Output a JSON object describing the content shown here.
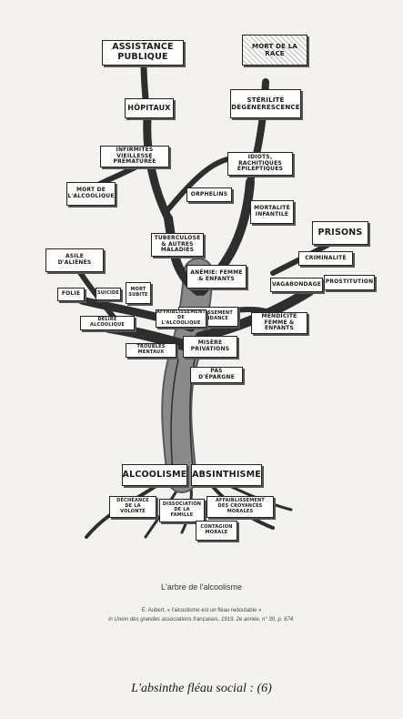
{
  "signs": {
    "assistance": "ASSISTANCE PUBLIQUE",
    "mort_race": [
      "MORT DE LA",
      "RACE"
    ],
    "hopitaux": "HÔPITAUX",
    "sterilite": [
      "STÉRILITÉ",
      "DÉGÉNÉRESCENCE"
    ],
    "infirmites": [
      "INFIRMITÉS",
      "VIEILLESSE PRÉMATURÉE"
    ],
    "idiots": [
      "IDIOTS, RACHITIQUES",
      "ÉPILEPTIQUES"
    ],
    "mort_alcoolique": [
      "MORT DE",
      "L'ALCOOLIQUE"
    ],
    "orphelins": "ORPHELINS",
    "mortalite": [
      "MORTALITÉ",
      "INFANTILE"
    ],
    "prisons": "PRISONS",
    "tuberculose": [
      "TUBERCULOSE",
      "& AUTRES MALADIES"
    ],
    "asile": [
      "ASILE D'ALIÉNÉS"
    ],
    "criminalite": "CRIMINALITÉ",
    "anemie": [
      "ANÉMIE: FEMME",
      "& ENFANTS"
    ],
    "vagabondage": "VAGABONDAGE",
    "prostitution": "PROSTITUTION",
    "folie": "FOLIE",
    "suicide": "SUICIDE",
    "mort_subite": [
      "MORT",
      "SUBITE"
    ],
    "affaib_desc": [
      "AFFAIBLISSEMENT",
      "DESCENDANCE"
    ],
    "delire": "DÉLIRE ALCOOLIQUE",
    "affaib_alc": [
      "AFFAIBLISSEMENT",
      "DE L'ALCOOLIQUE"
    ],
    "mendicite": [
      "MENDICITÉ",
      "FEMME & ENFANTS"
    ],
    "misere": [
      "MISÈRE",
      "PRIVATIONS"
    ],
    "troubles": "TROUBLES MENTAUX",
    "epargne": "PAS D'ÉPARGNE",
    "alcoolisme": "ALCOOLISME",
    "absinthisme": "ABSINTHISME",
    "decheance": [
      "DÉCHÉANCE",
      "DE LA VOLONTÉ"
    ],
    "dissociation": [
      "DISSOCIATION",
      "DE LA FAMILLE"
    ],
    "affaib_croyances": [
      "AFFAIBLISSEMENT",
      "DES CROYANCES MORALES"
    ],
    "contagion": [
      "CONTAGION",
      "MORALE"
    ]
  },
  "caption": {
    "title": "L'arbre de l'alcoolisme",
    "source_line1": "E. Aubert, « l'alcoolisme est un fléau redoutable »",
    "source_line2": "in Union des grandes associations françaises, 1919, 2e année, n° 30, p. 674."
  },
  "footer": "L'absinthe fléau social : (6)",
  "colors": {
    "paper": "#f3f2ee",
    "ink": "#1a1a1a",
    "bark": "#3a3a3a"
  }
}
